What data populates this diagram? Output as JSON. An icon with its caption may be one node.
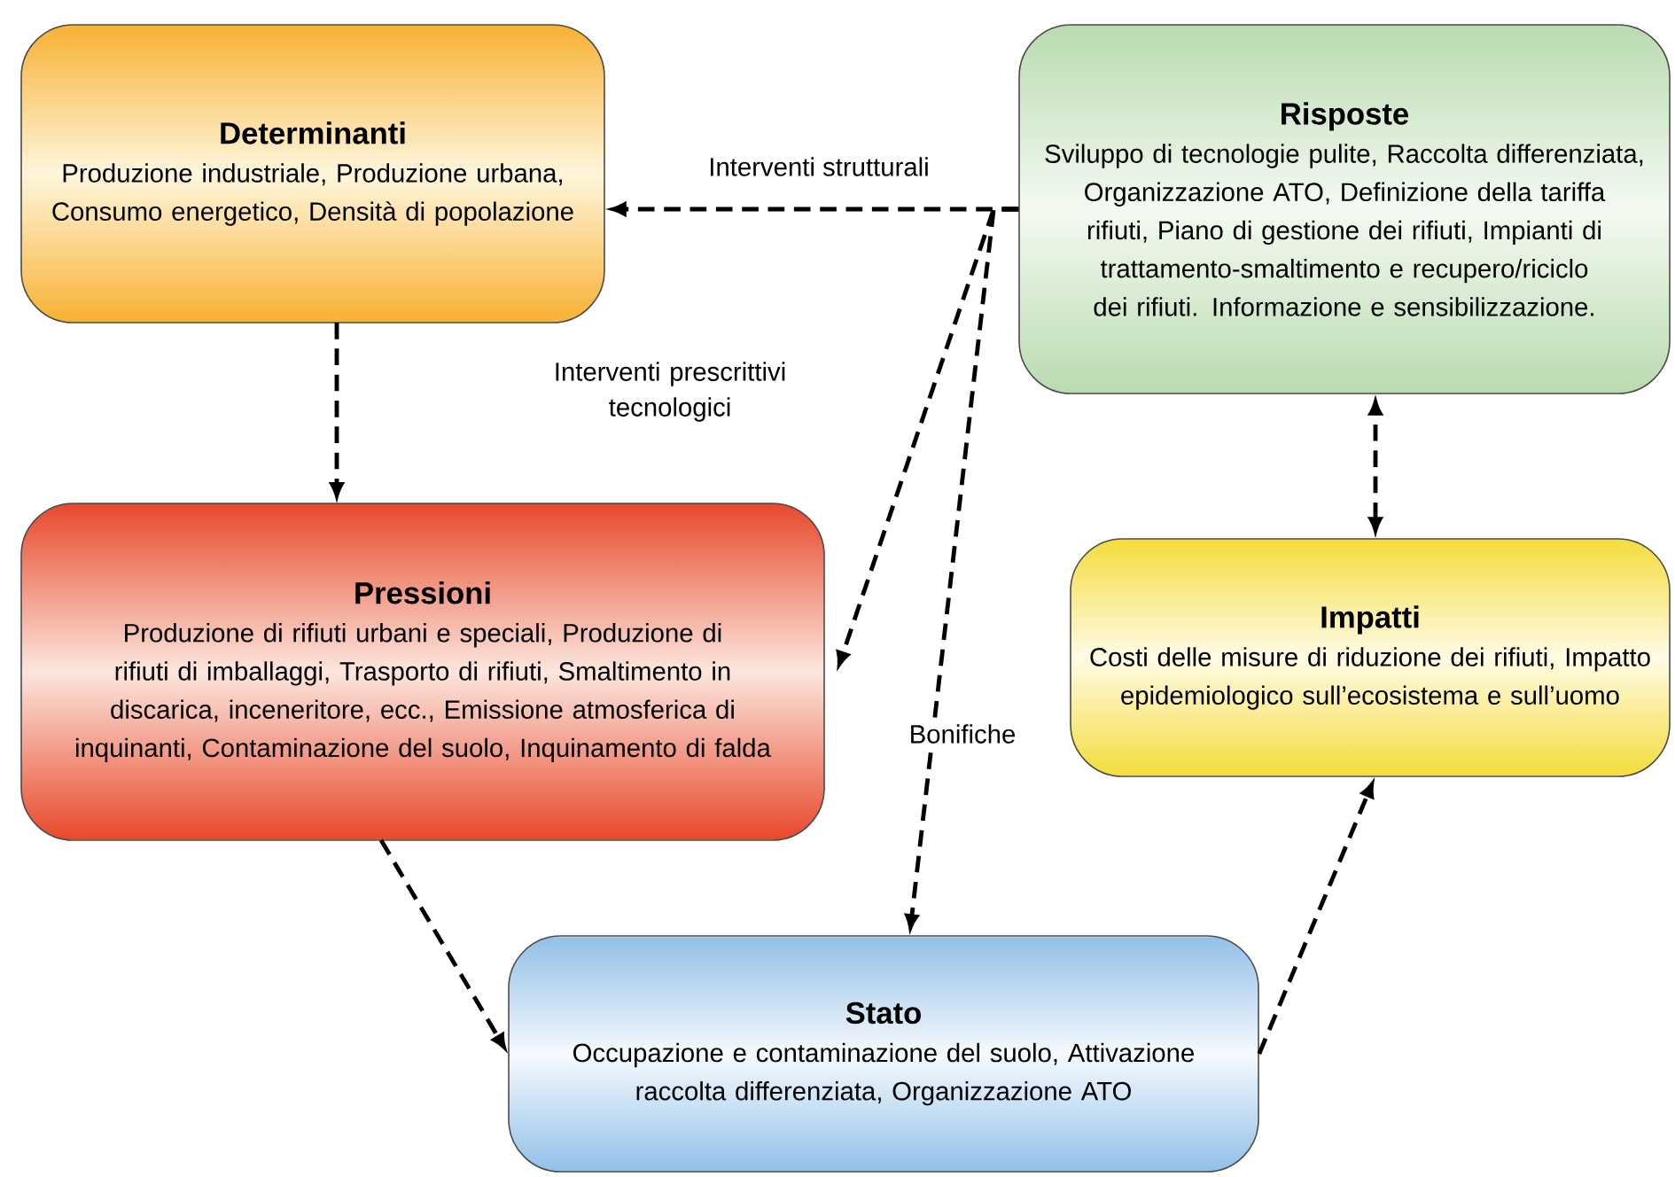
{
  "diagram": {
    "nodes": [
      {
        "text": [
          "Determinanti",
          "Produzione industriale, Produzione urbana, Consumo energetico, Densità di popolazione"
        ]
      },
      {
        "text": [
          "Risposte",
          "Sviluppo di tecnologie pulite, Raccolta differenziata, Organizzazione ATO, Definizione della tariffa rifiuti, Piano di gestione dei rifiuti, Impianti di trattamento-smaltimento e recupero/riciclo dei rifiuti. Informazione e sensibilizzazione."
        ]
      },
      {
        "text": [
          "Pressioni",
          "Produzione di rifiuti urbani e speciali, Produzione di rifiuti di imballaggi, Trasporto di rifiuti, Smaltimento in discarica, inceneritore, ecc., Emissione atmosferica di inquinanti, Contaminazione del suolo, Inquinamento di falda"
        ]
      },
      {
        "text": [
          "Impatti",
          "Costi delle misure di riduzione dei rifiuti, Impatto epidemiologico sull’ecosistema e sull’uomo"
        ]
      },
      {
        "text": [
          "Stato",
          "Occupazione e contaminazione del suolo, Attivazione raccolta differenziata, Organizzazione ATO"
        ]
      }
    ],
    "edges": [
      {
        "from": 1,
        "to": 0,
        "arrow": "to",
        "style": "dashed",
        "label": "Interventi strutturali"
      },
      {
        "from": 1,
        "to": 2,
        "arrow": "to",
        "style": "dashed",
        "label": "Interventi prescrittivi tecnologici"
      },
      {
        "from": 1,
        "to": 4,
        "arrow": "to",
        "style": "dashed",
        "label": "Bonifiche"
      },
      {
        "from": 0,
        "to": 2,
        "arrow": "to",
        "style": "dashed"
      },
      {
        "from": 2,
        "to": 4,
        "arrow": "to",
        "style": "dashed"
      },
      {
        "from": 4,
        "to": 3,
        "arrow": "to",
        "style": "dashed"
      },
      {
        "from": 3,
        "to": 1,
        "arrow": "both",
        "style": "dashed"
      }
    ]
  }
}
